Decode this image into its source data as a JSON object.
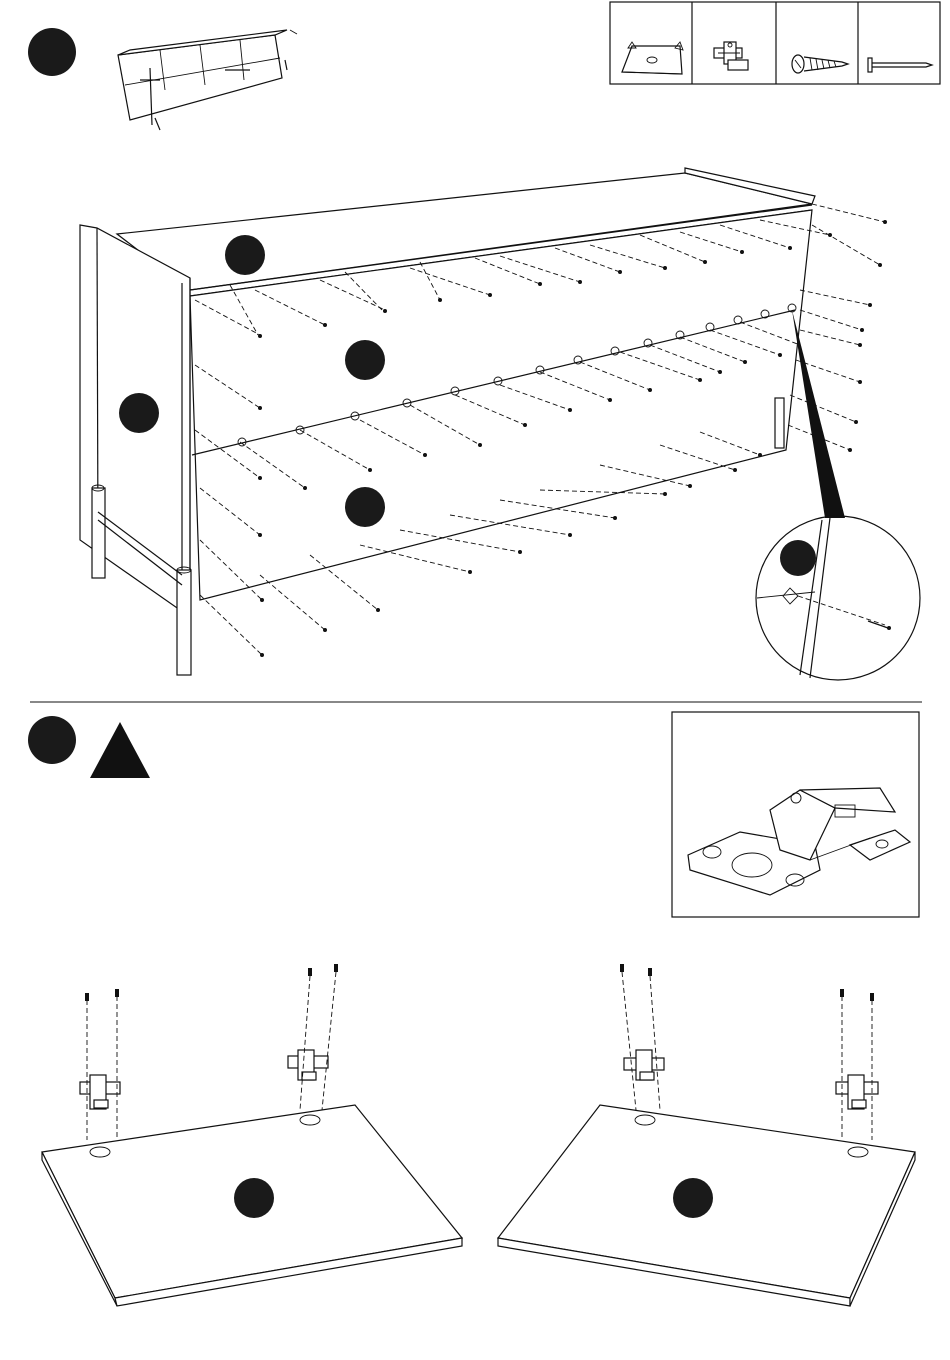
{
  "page": {
    "step_badges": [
      {
        "id": "step-1",
        "label": ""
      },
      {
        "id": "step-2",
        "label": ""
      }
    ],
    "part_badges": [
      {
        "id": "part-top",
        "label": ""
      },
      {
        "id": "part-back-upper",
        "label": ""
      },
      {
        "id": "part-side",
        "label": ""
      },
      {
        "id": "part-back-lower",
        "label": ""
      },
      {
        "id": "part-detail",
        "label": ""
      },
      {
        "id": "part-door-left",
        "label": ""
      },
      {
        "id": "part-door-right",
        "label": ""
      }
    ],
    "warning_icon": "warning-triangle-icon",
    "hardware_box": {
      "items": [
        {
          "icon": "corner-plate-icon"
        },
        {
          "icon": "hinge-icon"
        },
        {
          "icon": "screw-icon"
        },
        {
          "icon": "nail-icon"
        }
      ]
    },
    "hinge_detail_icon": "hinge-detail-icon"
  }
}
